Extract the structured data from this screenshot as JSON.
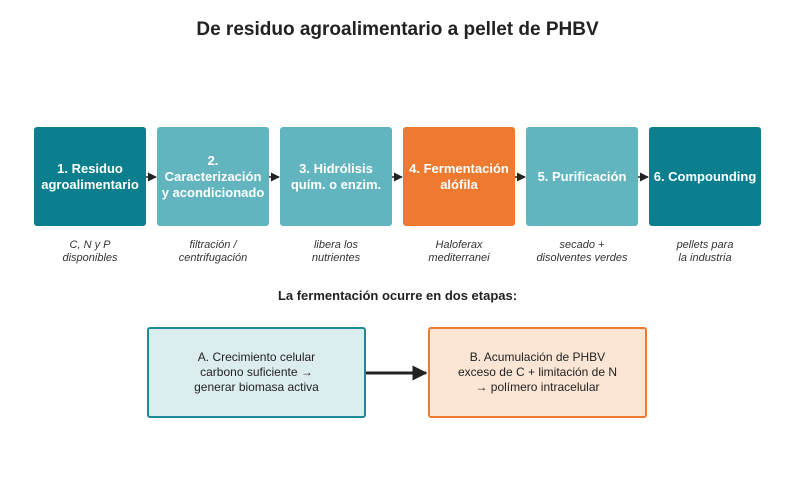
{
  "title": "De residuo agroalimentario a pellet de PHBV",
  "colors": {
    "dark_teal": "#0b7f8e",
    "light_teal": "#62b5be",
    "orange": "#ed7a2f",
    "phase_a_fill": "#dcedf0",
    "phase_a_border": "#1d8a97",
    "phase_b_fill": "#fbe6d5",
    "phase_b_border": "#ed7a2f",
    "arrow": "#222222"
  },
  "steps": [
    {
      "label": "1. Residuo\nagroalimentario",
      "note": "C, N y P\ndisponibles",
      "color": "#0b7f8e"
    },
    {
      "label": "2. Caracterización\ny acondicionado",
      "note": "filtración /\ncentrifugación",
      "color": "#62b5be"
    },
    {
      "label": "3. Hidrólisis\nquím. o enzim.",
      "note": "libera los\nnutrientes",
      "color": "#62b5be"
    },
    {
      "label": "4. Fermentación\nalófila",
      "note": "Haloferax\nmediterranei",
      "color": "#ed7a2f"
    },
    {
      "label": "5. Purificación",
      "note": "secado +\ndisolventes verdes",
      "color": "#62b5be"
    },
    {
      "label": "6. Compounding",
      "note": "pellets para\nla industria",
      "color": "#0b7f8e"
    }
  ],
  "phases_title": "La fermentación ocurre en dos etapas:",
  "phases": [
    {
      "label": "A. Crecimiento celular\ncarbono suficiente →\ngenerar biomasa activa"
    },
    {
      "label": "B. Acumulación de PHBV\nexceso de C + limitación de N\n→ polímero intracelular"
    }
  ]
}
